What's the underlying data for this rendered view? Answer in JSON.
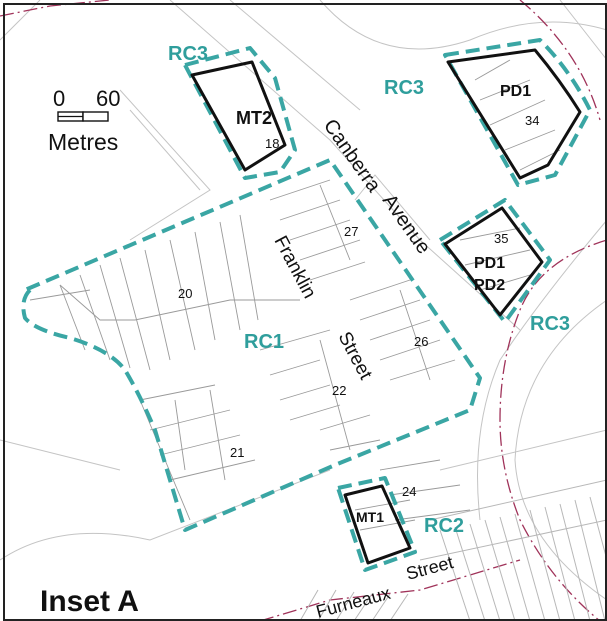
{
  "title": "Inset A",
  "scale": {
    "zero": "0",
    "max": "60",
    "unit": "Metres"
  },
  "streets": {
    "canberra": "Canberra",
    "avenue": "Avenue",
    "franklin": "Franklin",
    "street": "Street",
    "furneaux": "Furneaux",
    "furneaux_street": "Street"
  },
  "zones": {
    "rc3_a": "RC3",
    "rc3_b": "RC3",
    "rc3_c": "RC3",
    "rc1": "RC1",
    "rc2": "RC2",
    "mt2": "MT2",
    "mt1": "MT1",
    "pd1_a": "PD1",
    "pd1_b": "PD1",
    "pd2": "PD2"
  },
  "blocks": {
    "b18": "18",
    "b34": "34",
    "b35": "35",
    "b27": "27",
    "b20": "20",
    "b26": "26",
    "b22": "22",
    "b21": "21",
    "b24": "24"
  },
  "colors": {
    "zone_dash": "#3aa6a4",
    "zone_label": "#2f9e9c",
    "overlay": "#111111",
    "boundary": "#a0335a",
    "parcel": "#9a9a9a",
    "road": "#bdbdbd",
    "text": "#111111"
  }
}
